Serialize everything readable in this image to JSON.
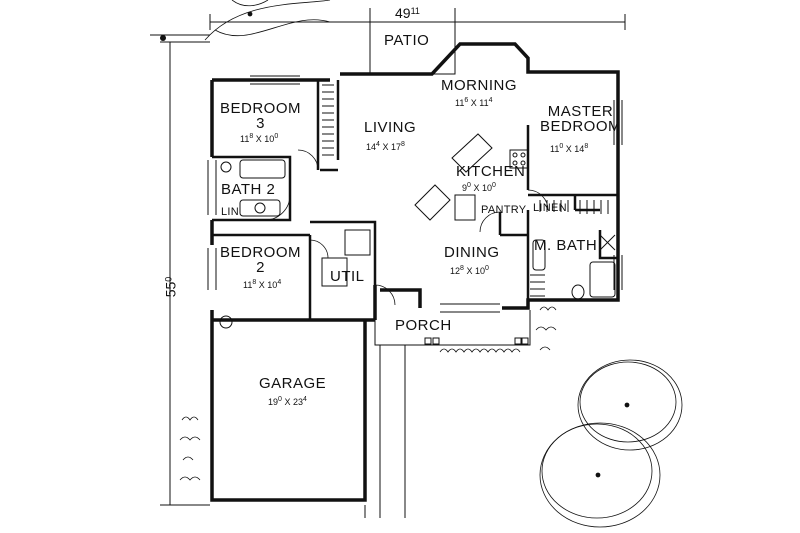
{
  "overall": {
    "width_label": "49",
    "width_sup": "11",
    "depth_label": "55",
    "depth_sup": "0"
  },
  "rooms": {
    "patio": {
      "name": "PATIO"
    },
    "morning": {
      "name": "MORNING",
      "dim_a": "11",
      "sup_a": "6",
      "dim_b": "11",
      "sup_b": "4"
    },
    "master_bedroom": {
      "name_1": "MASTER",
      "name_2": "BEDROOM",
      "dim_a": "11",
      "sup_a": "0",
      "dim_b": "14",
      "sup_b": "8"
    },
    "bedroom3": {
      "name_1": "BEDROOM",
      "name_2": "3",
      "dim_a": "11",
      "sup_a": "8",
      "dim_b": "10",
      "sup_b": "0"
    },
    "living": {
      "name": "LIVING",
      "dim_a": "14",
      "sup_a": "4",
      "dim_b": "17",
      "sup_b": "8"
    },
    "kitchen": {
      "name": "KITCHEN",
      "dim_a": "9",
      "sup_a": "0",
      "dim_b": "10",
      "sup_b": "0"
    },
    "bath2": {
      "name": "BATH 2"
    },
    "lin": {
      "name": "LIN"
    },
    "pantry": {
      "name": "PANTRY"
    },
    "linen": {
      "name": "LINEN"
    },
    "m_bath": {
      "name": "M. BATH"
    },
    "bedroom2": {
      "name_1": "BEDROOM",
      "name_2": "2",
      "dim_a": "11",
      "sup_a": "8",
      "dim_b": "10",
      "sup_b": "4"
    },
    "util": {
      "name": "UTIL"
    },
    "dining": {
      "name": "DINING",
      "dim_a": "12",
      "sup_a": "8",
      "dim_b": "10",
      "sup_b": "0"
    },
    "porch": {
      "name": "PORCH"
    },
    "garage": {
      "name": "GARAGE",
      "dim_a": "19",
      "sup_a": "0",
      "dim_b": "23",
      "sup_b": "4"
    }
  },
  "dim_separator": "X"
}
